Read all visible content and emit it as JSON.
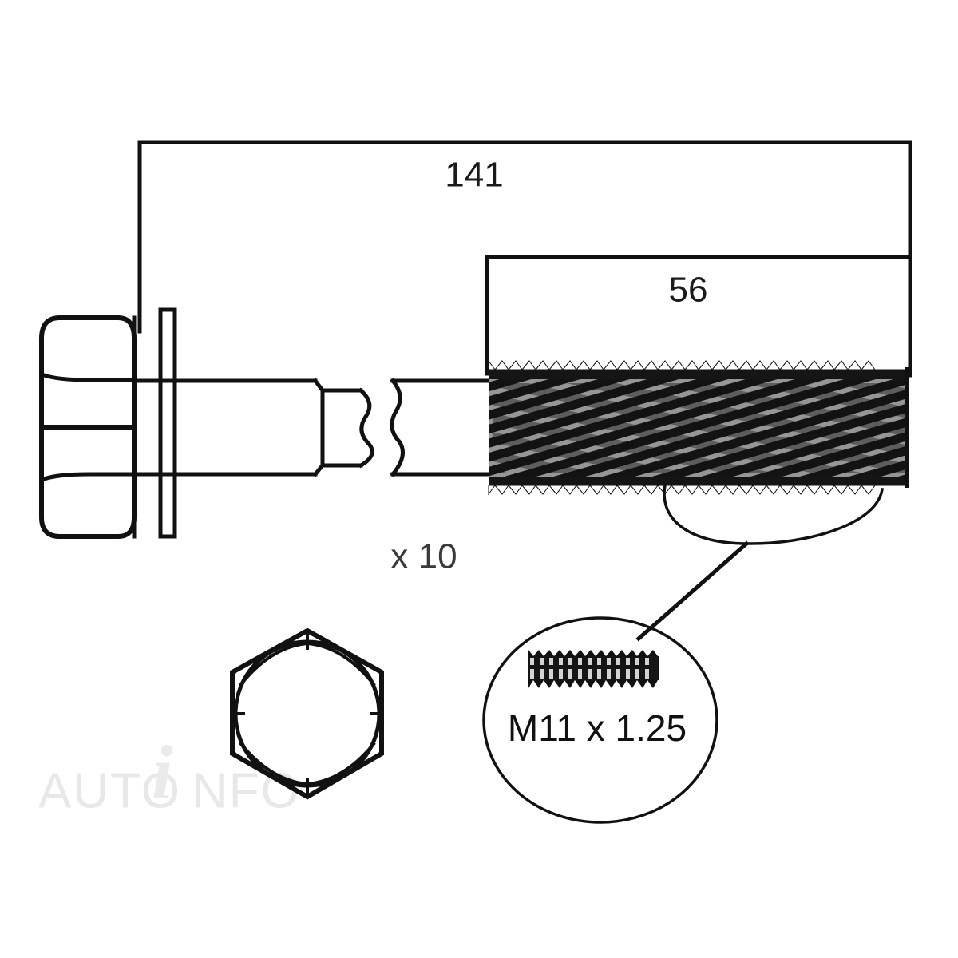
{
  "diagram": {
    "title": "Bolt technical drawing",
    "background_color": "#ffffff",
    "line_color": "#111111"
  },
  "dimensions": {
    "overall_length": "141",
    "thread_length": "56"
  },
  "quantity": {
    "label": "x 10"
  },
  "thread_callout": {
    "spec": "M11 x 1.25"
  },
  "watermark": {
    "part_a": "AUTO",
    "part_i": "i",
    "part_b": "NFO"
  }
}
